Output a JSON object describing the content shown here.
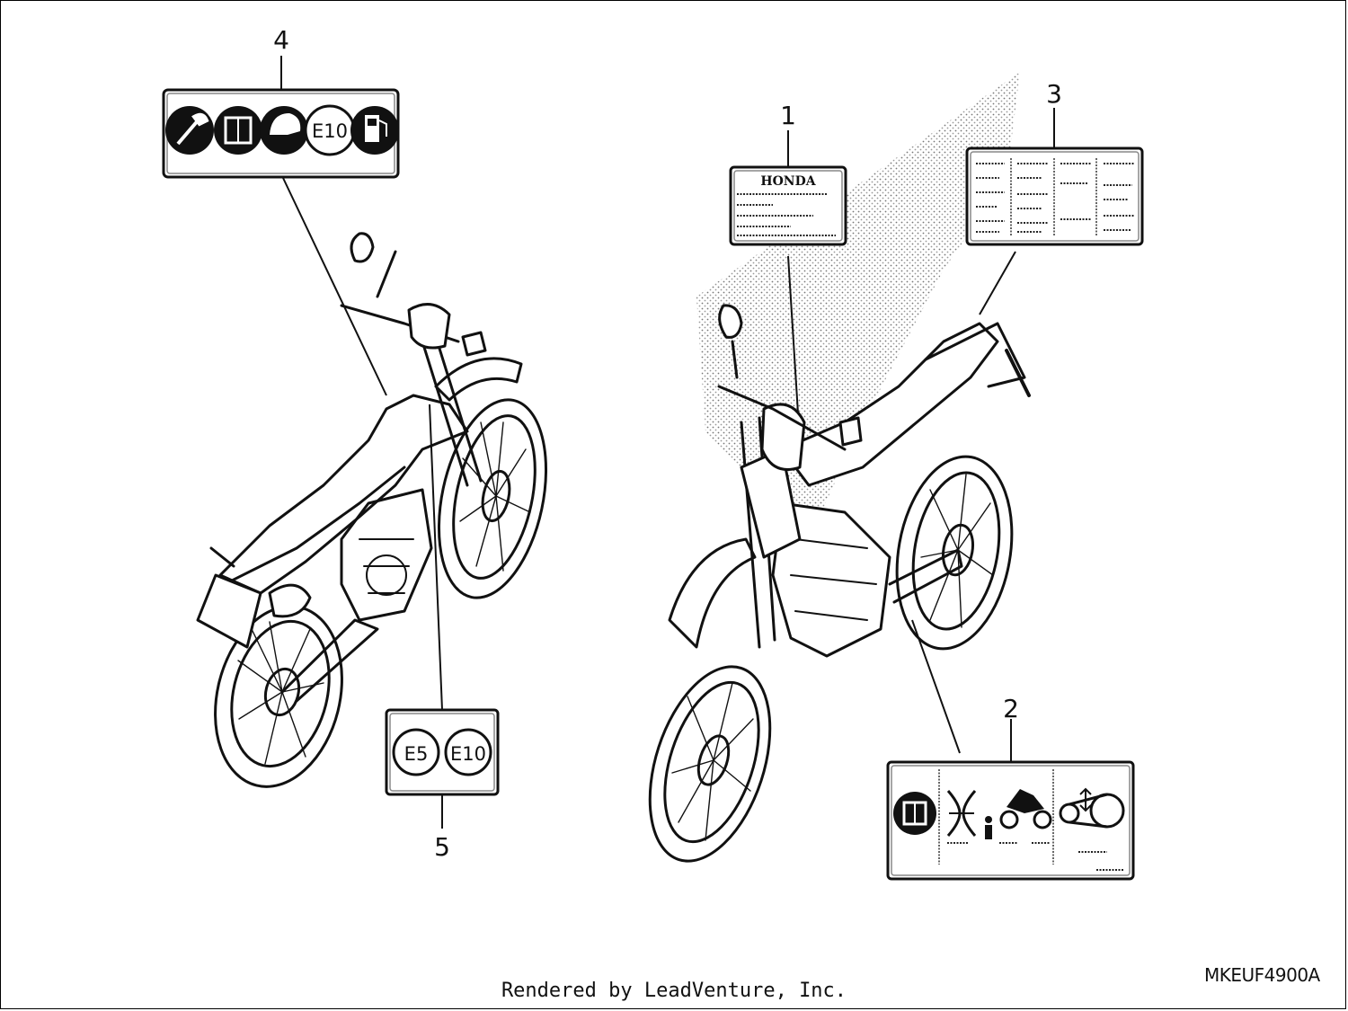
{
  "callouts": [
    "1",
    "2",
    "3",
    "4",
    "5"
  ],
  "label1": {
    "brand": "HONDA"
  },
  "label4": {
    "icons": [
      "tool-icon",
      "manual-icon",
      "helmet-icon",
      "e10-fuel-icon",
      "fuel-pump-icon"
    ],
    "fuel_grade": "E10"
  },
  "label5": {
    "grades": [
      "E5",
      "E10"
    ]
  },
  "label2": {
    "icons": [
      "manual-icon",
      "tire-pressure-icon",
      "rider-icon",
      "motorcycle-icon",
      "chain-slack-icon"
    ]
  },
  "part_code": "MKEUF4900A",
  "credit": "Rendered by LeadVenture, Inc."
}
